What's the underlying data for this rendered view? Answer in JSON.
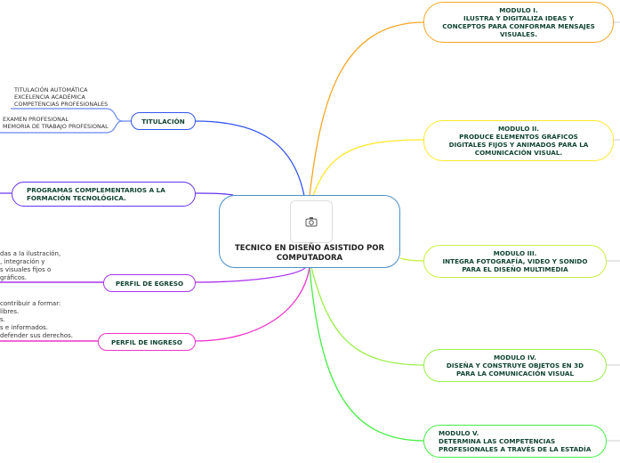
{
  "center": {
    "title": "TECNICO EN DISEÑO ASISTIDO POR COMPUTADORA",
    "icon": "camera-icon"
  },
  "modules": [
    {
      "text": "MODULO I.\nILUSTRA Y DIGITALIZA IDEAS Y\nCONCEPTOS PARA CONFORMAR MENSAJES\nVISUALES.",
      "color": "#f5a623"
    },
    {
      "text": "MODULO II.\nPRODUCE ELEMENTOS GRÁFICOS\nDIGITALES FIJOS Y ANIMADOS PARA LA\nCOMUNICACIÓN VISUAL.",
      "color": "#ffe82a"
    },
    {
      "text": "MODULO III.\nINTEGRA FOTOGRAFÍA, VIDEO Y SONIDO\nPARA EL DISEÑO MULTIMEDIA",
      "color": "#c8f03a"
    },
    {
      "text": "MODULO IV.\nDISEÑA Y CONSTRUYE OBJETOS EN 3D\nPARA LA COMUNICACIÓN VISUAL",
      "color": "#99ee44"
    },
    {
      "text": "MODULO V.\nDETERMINA LAS COMPETENCIAS\nPROFESIONALES A TRAVÉS DE LA ESTADÍA",
      "color": "#44ee44"
    }
  ],
  "left": [
    {
      "text": "TITULACIÓN",
      "color": "#3355ee"
    },
    {
      "text": "PROGRAMAS COMPLEMENTARIOS A LA\nFORMACIÓN TECNOLÓGICA.",
      "color": "#6633ee"
    },
    {
      "text": "PERFIL DE EGRESO",
      "color": "#aa33ee"
    },
    {
      "text": "PERFIL DE INGRESO",
      "color": "#ee33cc"
    }
  ],
  "titulacion_subs": [
    "TITULACIÓN AUTOMÁTICA\nEXCELENCIA ACADÉMICA\nCOMPETENCIAS PROFESIONALES",
    "EXAMEN PROFESIONAL\nMEMORIA DE TRABAJO PROFESIONAL"
  ],
  "egreso_text": "das a la ilustración,\n, integración y\ns visuales fijos o\n gráficos.",
  "ingreso_text": " contribuir a formar:\nlibres.\ns.\ns e informados.\ndefender sus derechos."
}
